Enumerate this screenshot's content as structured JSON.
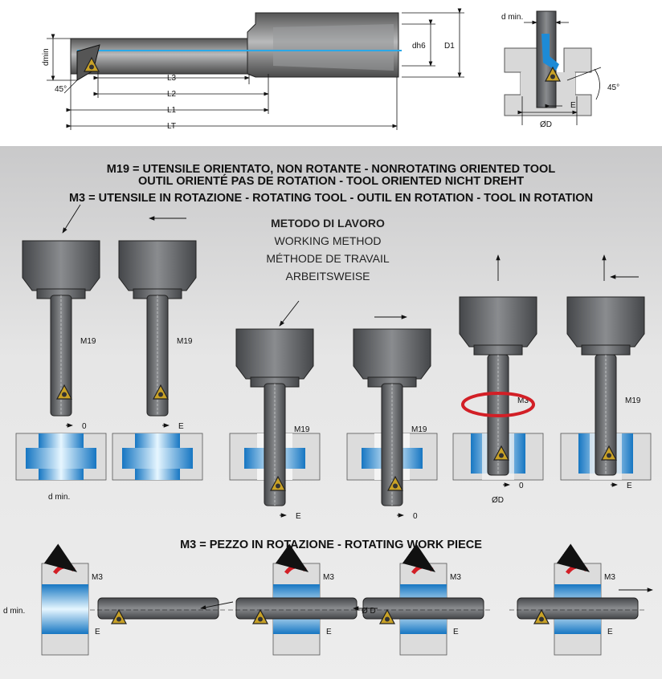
{
  "headings": {
    "m19_line1": "M19 = UTENSILE ORIENTATO, NON ROTANTE - NONROTATING ORIENTED TOOL",
    "m19_line2": "OUTIL ORIENTÉ PAS DE ROTATION - TOOL ORIENTED NICHT DREHT",
    "m3_line": "M3 = UTENSILE IN ROTAZIONE - ROTATING TOOL - OUTIL EN ROTATION - TOOL IN ROTATION",
    "workpiece_line": "M3 = PEZZO IN ROTAZIONE - ROTATING WORK PIECE"
  },
  "method": {
    "it": "METODO DI LAVORO",
    "en": "WORKING METHOD",
    "fr": "MÉTHODE DE TRAVAIL",
    "de": "ARBEITSWEISE"
  },
  "dims": {
    "dmin": "dmin",
    "angle45": "45°",
    "L3": "L3",
    "L2": "L2",
    "L1": "L1",
    "LT": "LT",
    "dh6": "dh6",
    "D1": "D1",
    "dmin_dot": "d min.",
    "E": "E",
    "OD": "ØD",
    "zero": "0",
    "M19": "M19",
    "M3": "M3",
    "OD_v": "Ø D"
  },
  "colors": {
    "tool": "#6b6d70",
    "tool_dark": "#3c3d40",
    "bore": "#1e8bd6",
    "insert": "#c9a227",
    "arrow_red": "#d21f26"
  }
}
